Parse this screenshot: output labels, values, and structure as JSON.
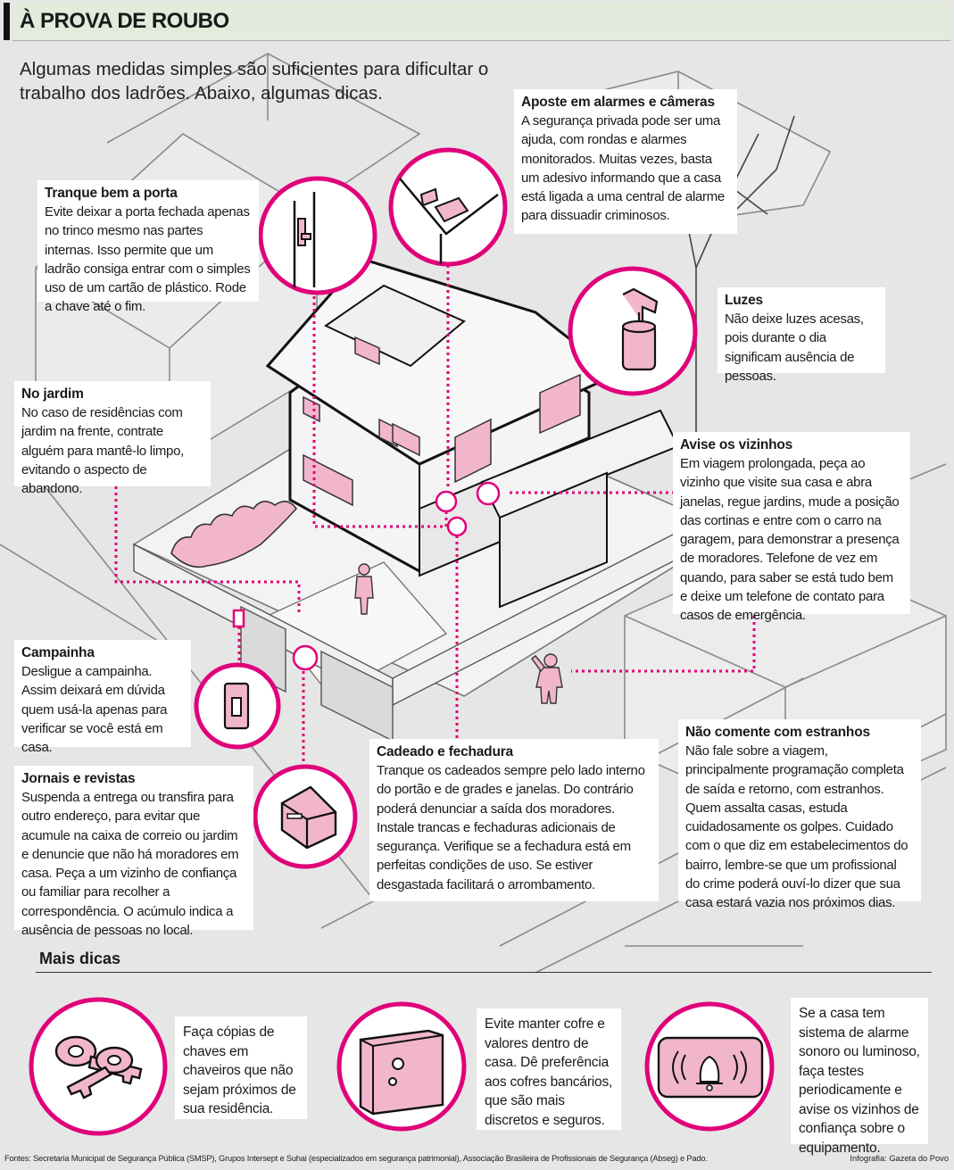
{
  "header": {
    "title": "À PROVA DE ROUBO",
    "subtitle": "Algumas medidas simples são suficientes para dificultar o trabalho dos ladrões. Abaixo, algumas dicas."
  },
  "colors": {
    "accent": "#e0007a",
    "highlight_fill": "#f2b6cc",
    "background": "#e6e6e6"
  },
  "boxes": {
    "porta": {
      "heading": "Tranque bem a porta",
      "body": "Evite deixar a porta fechada apenas no trinco mesmo nas partes internas. Isso permite que um ladrão consiga entrar com o simples uso de um cartão de plástico. Rode a chave até o fim."
    },
    "alarmes": {
      "heading": "Aposte em alarmes e câmeras",
      "body": "A segurança privada pode ser uma ajuda, com rondas e alarmes monitorados. Muitas vezes, basta um adesivo informando que a casa está ligada a uma central de alarme para dissuadir criminosos."
    },
    "luzes": {
      "heading": "Luzes",
      "body": "Não deixe luzes acesas, pois durante o dia significam ausência de pessoas."
    },
    "jardim": {
      "heading": "No jardim",
      "body": "No caso de residências com jardim na frente, contrate alguém para mantê-lo limpo, evitando o aspecto de abandono."
    },
    "vizinhos": {
      "heading": "Avise os vizinhos",
      "body": "Em viagem prolongada, peça ao vizinho que visite sua casa e abra janelas, regue jardins, mude a posição das cortinas e entre com o carro na garagem, para demonstrar a presença de moradores. Telefone de vez em quando, para saber se está tudo bem e deixe um telefone de contato para casos de emergência."
    },
    "campainha": {
      "heading": "Campainha",
      "body": "Desligue a campainha. Assim deixará em dúvida quem usá-la apenas para verificar se você está em casa."
    },
    "cadeado": {
      "heading": "Cadeado e fechadura",
      "body": "Tranque os cadeados sempre pelo lado interno do portão e de grades e janelas. Do contrário poderá denunciar a saída dos moradores. Instale trancas e fechaduras adicionais de segurança. Verifique se a fechadura está em perfeitas condições de uso. Se estiver desgastada facilitará o arrombamento."
    },
    "estranhos": {
      "heading": "Não comente com estranhos",
      "body": "Não fale sobre a viagem, principalmente programação completa de saída e retorno, com estranhos. Quem assalta casas, estuda cuidadosamente os golpes. Cuidado com o que diz em estabelecimentos do bairro, lembre-se que um profissional do crime poderá ouví-lo dizer que sua casa estará vazia nos próximos dias."
    },
    "jornais": {
      "heading": "Jornais e revistas",
      "body": "Suspenda a entrega ou transfira para outro endereço, para evitar que acumule na caixa de correio ou jardim e denuncie que não há moradores em casa. Peça a um vizinho de confiança ou familiar para recolher a correspondência. O acúmulo indica a ausência de pessoas no local."
    }
  },
  "mais_dicas": {
    "title": "Mais dicas",
    "tips": [
      {
        "icon": "keys-icon",
        "text": "Faça cópias de chaves em chaveiros que não sejam próximos de sua residência."
      },
      {
        "icon": "safe-icon",
        "text": "Evite manter cofre e valores dentro de casa. Dê preferência aos cofres bancários, que são mais discretos e seguros."
      },
      {
        "icon": "alarm-bell-icon",
        "text": "Se a casa tem sistema de alarme sonoro ou luminoso, faça testes periodicamente e avise os vizinhos de confiança sobre o equipamento."
      }
    ]
  },
  "icons": {
    "door-lock": "door-lock-icon",
    "camera": "security-camera-icon",
    "lamp": "light-fixture-icon",
    "doorbell": "doorbell-icon",
    "mailbox": "mailbox-icon"
  },
  "footer": {
    "sources": "Fontes: Secretaria Municipal de Segurança Pública (SMSP), Grupos Intersept e Suhai (especializados em segurança patrimonial), Associação Brasileira de Profissionais de Segurança (Abseg) e Pado.",
    "credit": "Infografia: Gazeta do Povo"
  }
}
